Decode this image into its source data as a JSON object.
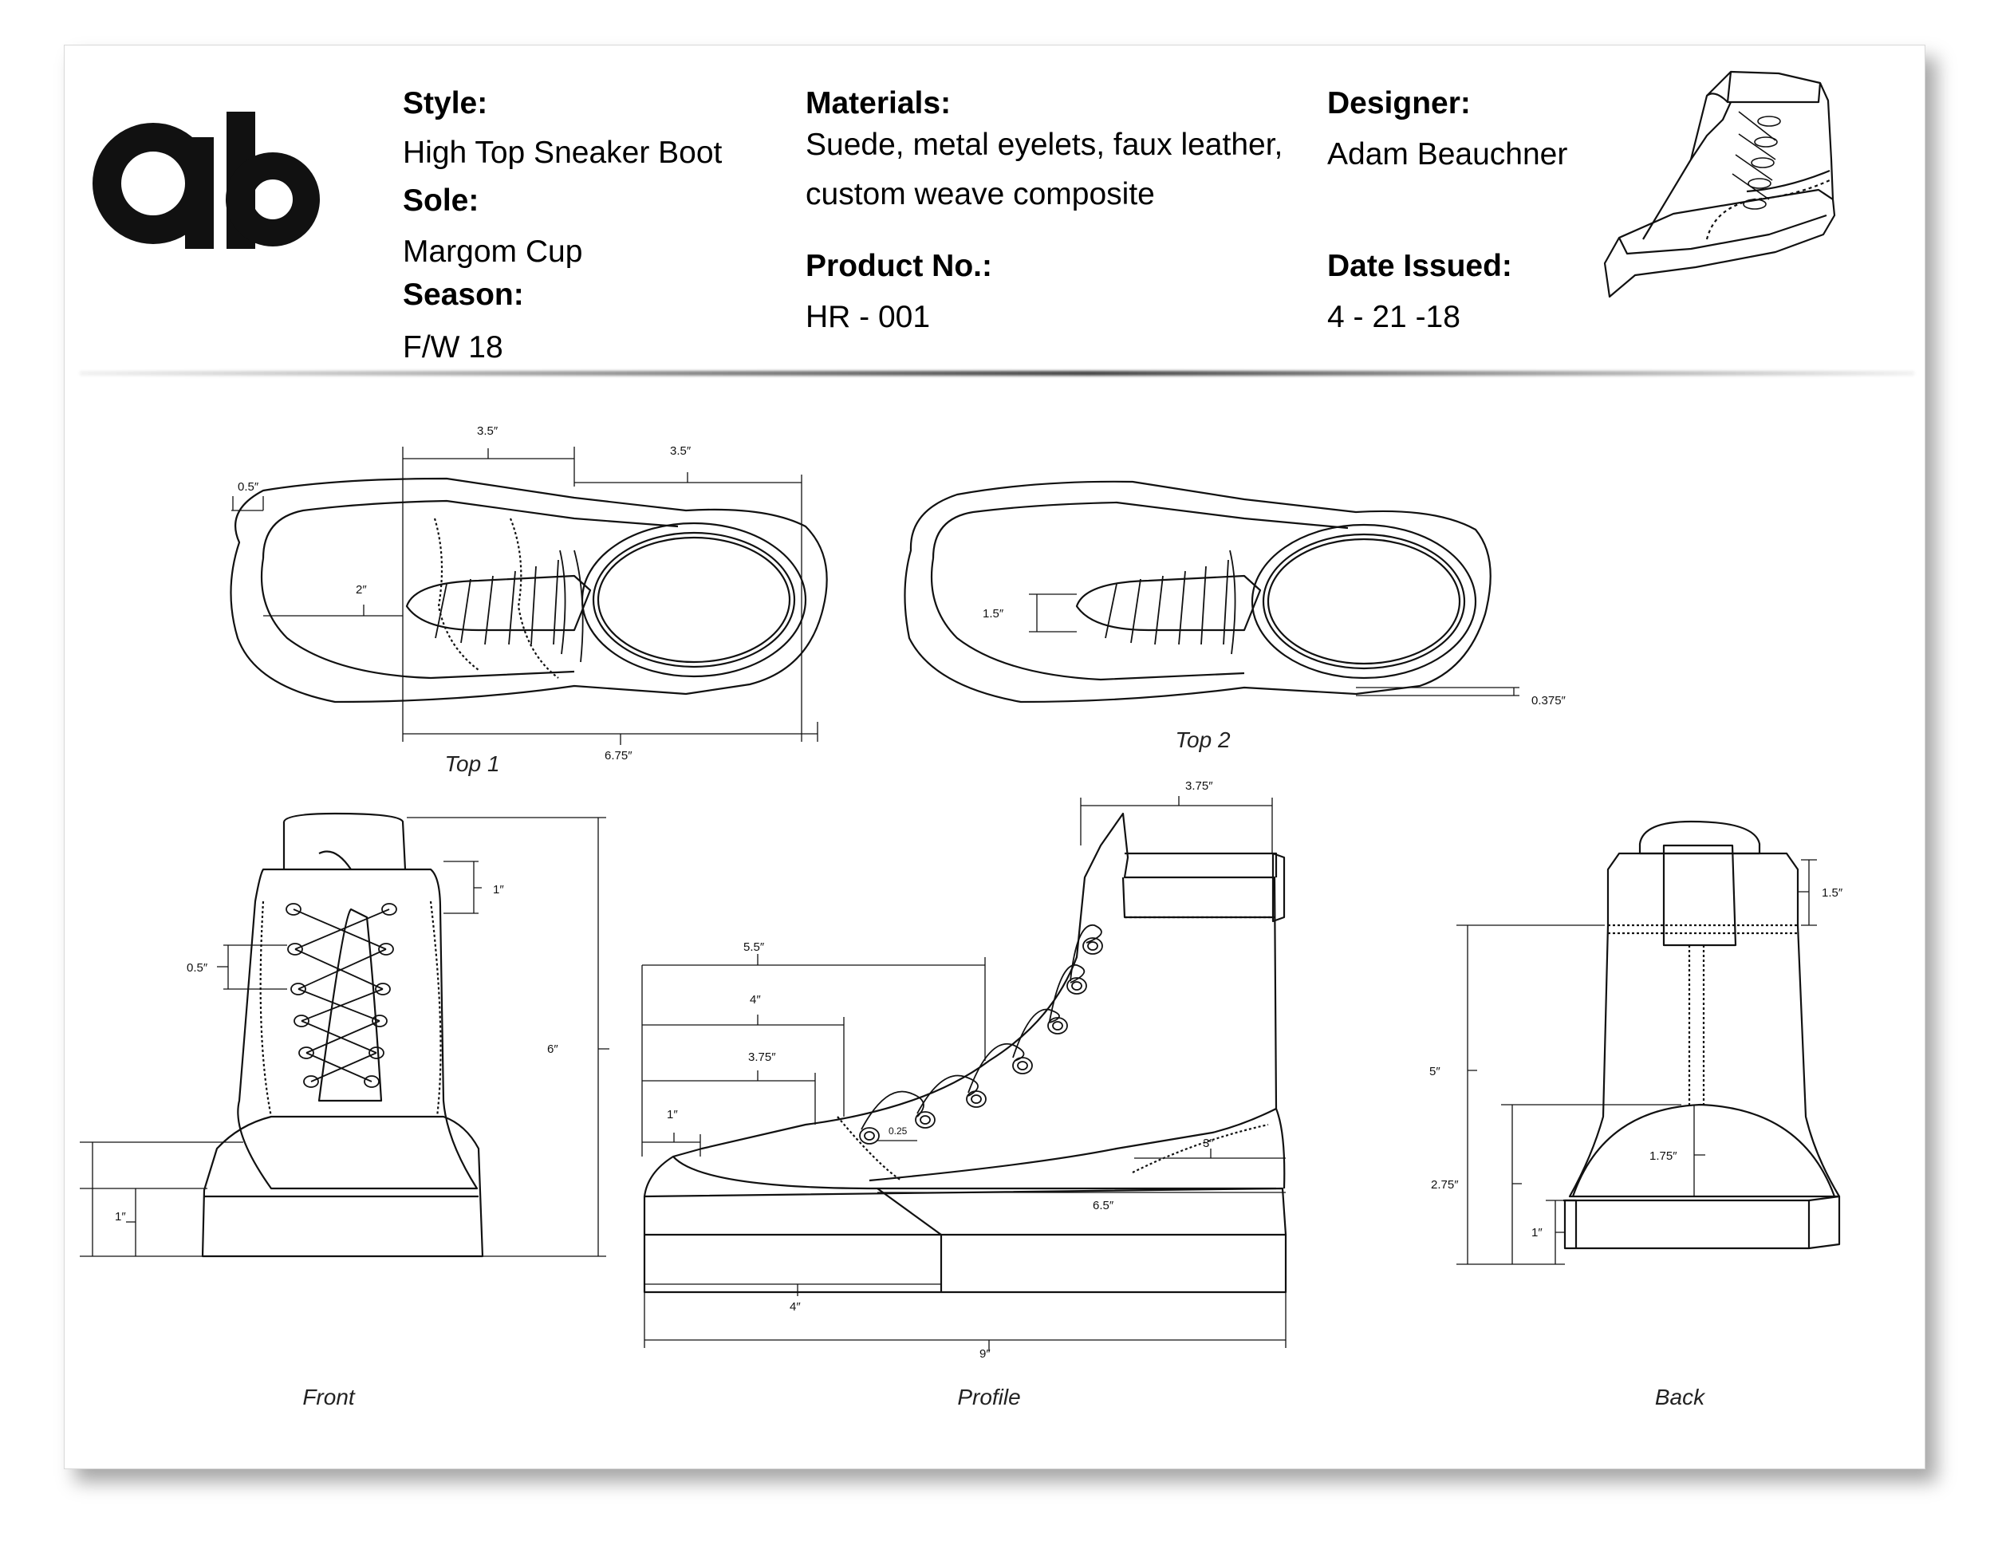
{
  "brand": {
    "logo_text": "ab"
  },
  "spec": {
    "style_label": "Style:",
    "style_value": "High Top Sneaker Boot",
    "sole_label": "Sole:",
    "sole_value": "Margom Cup",
    "season_label": "Season:",
    "season_value": "F/W 18",
    "materials_label": "Materials:",
    "materials_line1": "Suede, metal eyelets, faux leather,",
    "materials_line2": "custom weave composite",
    "product_label": "Product No.:",
    "product_value": "HR - 001",
    "designer_label": "Designer:",
    "designer_value": "Adam Beauchner",
    "date_label": "Date Issued:",
    "date_value": "4 - 21 -18"
  },
  "views": {
    "top1": "Top 1",
    "top2": "Top 2",
    "front": "Front",
    "profile": "Profile",
    "back": "Back"
  },
  "dimensions": {
    "top1_width_a": "3.5″",
    "top1_width_b": "3.5″",
    "top1_heel": "0.5″",
    "top1_inner": "2″",
    "top1_total": "6.75″",
    "top2_lace": "1.5″",
    "top2_sole": "0.375″",
    "front_a": "1″",
    "front_b": "0.5″",
    "front_c": "6″",
    "front_d": "1″",
    "profile_a": "5.5″",
    "profile_b": "4″",
    "profile_c": "3.75″",
    "profile_d": "1″",
    "profile_e": "0.25",
    "profile_f": "3″",
    "profile_g": "6.5″",
    "profile_h": "4″",
    "profile_i": "9″",
    "profile_top": "3.75″",
    "back_a": "1.5″",
    "back_b": "5″",
    "back_c": "1.75″",
    "back_d": "2.75″",
    "back_e": "1″"
  }
}
